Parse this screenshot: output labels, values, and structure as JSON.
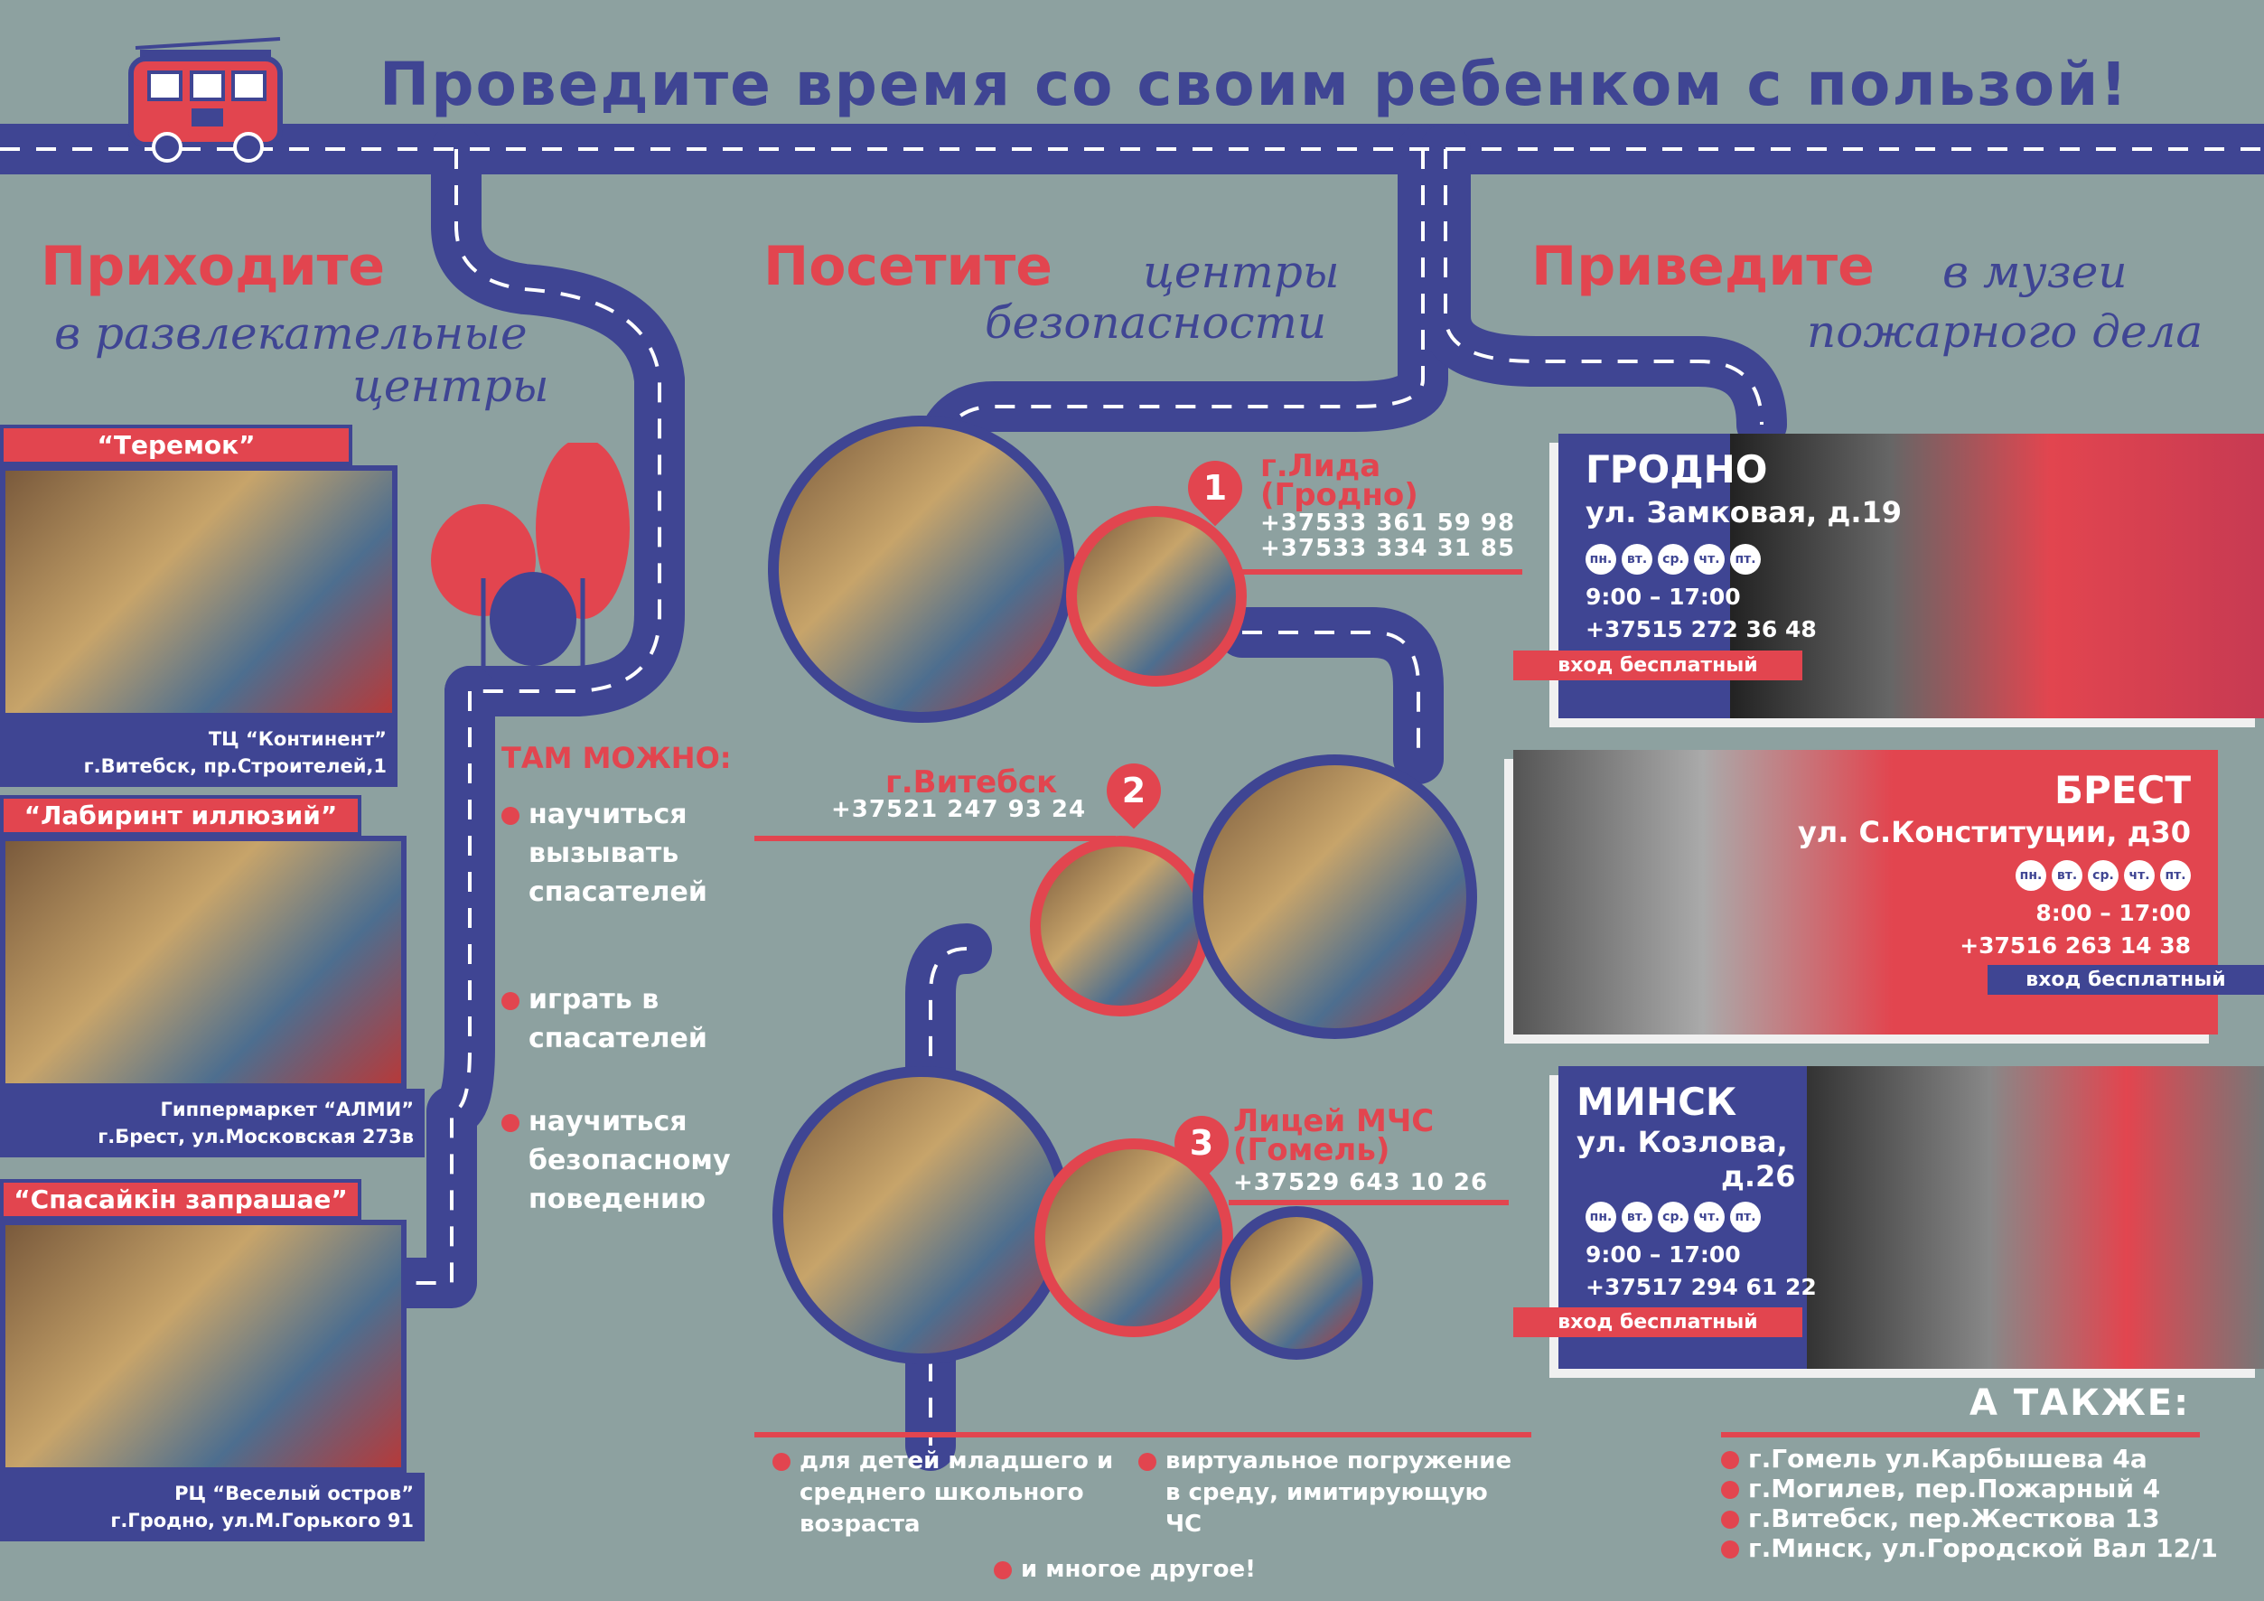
{
  "title": "Проведите время со своим ребенком с пользой!",
  "colors": {
    "blue": "#3f4593",
    "red": "#e2454f",
    "background": "#8da1a0"
  },
  "icons": [
    "fire-truck-icon",
    "map-pin-icon",
    "tree-icon"
  ],
  "section1": {
    "heading": "Приходите",
    "subtitle_line1": "в развлекательные",
    "subtitle_line2": "центры"
  },
  "section2": {
    "heading": "Посетите",
    "subtitle_line1": "центры",
    "subtitle_line2": "безопасности"
  },
  "section3": {
    "heading": "Приведите",
    "subtitle_line1": "в музеи",
    "subtitle_line2": "пожарного дела"
  },
  "centers": [
    {
      "name": "“Теремок”",
      "place": "ТЦ “Континент”",
      "address": "г.Витебск, пр.Строителей,1"
    },
    {
      "name": "“Лабиринт иллюзий”",
      "place": "Гиппермаркет “АЛМИ”",
      "address": "г.Брест, ул.Московская 273в"
    },
    {
      "name": "“Спасайкін запрашае”",
      "place": "РЦ “Веселый остров”",
      "address": "г.Гродно, ул.М.Горького 91"
    }
  ],
  "can_do": {
    "heading": "ТАМ МОЖНО:",
    "items": [
      {
        "line1": "научиться",
        "line2": "вызывать",
        "line3": "спасателей"
      },
      {
        "line1": "играть в",
        "line2": "спасателей",
        "line3": ""
      },
      {
        "line1": "научиться",
        "line2": "безопасному",
        "line3": "поведению"
      }
    ]
  },
  "safety_centers": [
    {
      "number": "1",
      "city_line1": "г.Лида",
      "city_line2": "(Гродно)",
      "phone1": "+37533 361 59 98",
      "phone2": "+37533 334 31 85"
    },
    {
      "number": "2",
      "city_line1": "г.Витебск",
      "city_line2": "",
      "phone1": "+37521 247 93 24",
      "phone2": ""
    },
    {
      "number": "3",
      "city_line1": "Лицей МЧС",
      "city_line2": "(Гомель)",
      "phone1": "+37529 643 10 26",
      "phone2": ""
    }
  ],
  "bottom_notes": {
    "item1_line1": "для детей младшего и",
    "item1_line2": "среднего школьного",
    "item1_line3": "возраста",
    "item2_line1": "виртуальное погружение",
    "item2_line2": "в среду, имитирующую",
    "item2_line3": "ЧС",
    "item3": "и многое другое!"
  },
  "museums": [
    {
      "city": "ГРОДНО",
      "address_line1": "ул. Замковая, д.19",
      "address_line2": "",
      "days": [
        "пн.",
        "вт.",
        "ср.",
        "чт.",
        "пт."
      ],
      "hours": "9:00 – 17:00",
      "phone": "+37515 272 36 48",
      "entry": "вход бесплатный"
    },
    {
      "city": "БРЕСТ",
      "address_line1": "ул. С.Конституции, д30",
      "address_line2": "",
      "days": [
        "пн.",
        "вт.",
        "ср.",
        "чт.",
        "пт."
      ],
      "hours": "8:00 – 17:00",
      "phone": "+37516 263 14 38",
      "entry": "вход бесплатный"
    },
    {
      "city": "МИНСК",
      "address_line1": "ул. Козлова,",
      "address_line2": "д.26",
      "days": [
        "пн.",
        "вт.",
        "ср.",
        "чт.",
        "пт."
      ],
      "hours": "9:00 – 17:00",
      "phone": "+37517 294 61 22",
      "entry": "вход бесплатный"
    }
  ],
  "also": {
    "heading": "А ТАКЖЕ:",
    "items": [
      "г.Гомель ул.Карбышева 4а",
      "г.Могилев, пер.Пожарный 4",
      "г.Витебск, пер.Жесткова 13",
      "г.Минск, ул.Городской Вал 12/1"
    ]
  }
}
